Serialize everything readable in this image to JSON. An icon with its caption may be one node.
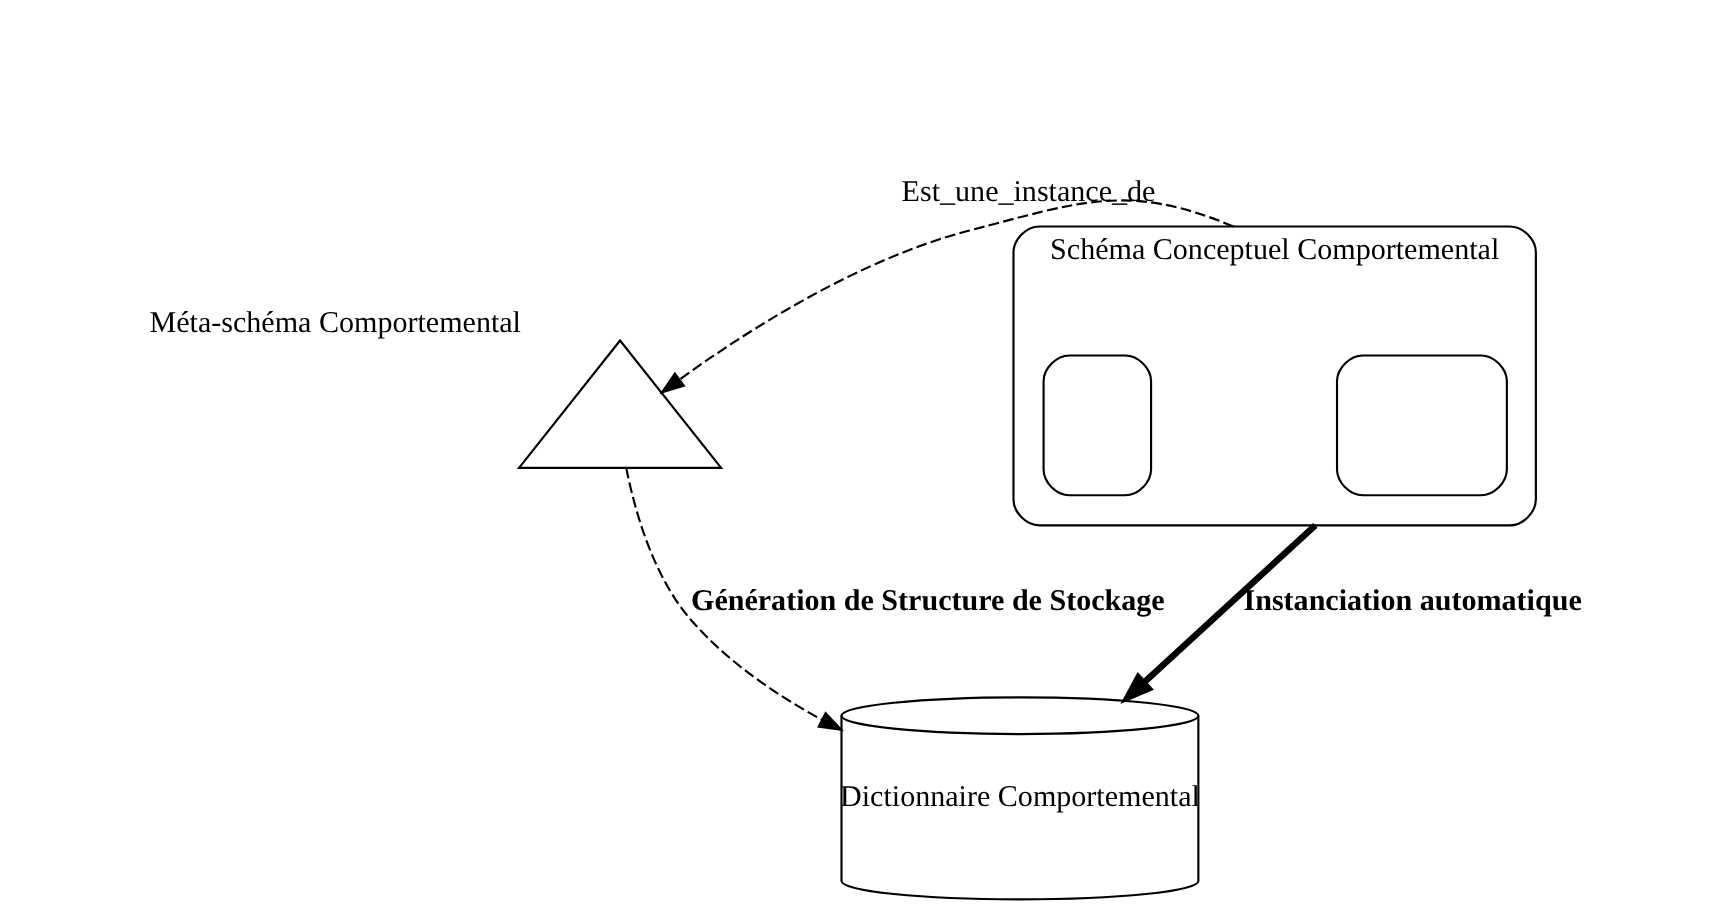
{
  "diagram": {
    "nodes": [
      {
        "text": [
          "Méta-schéma Comportemental"
        ]
      },
      {
        "text": [
          "Dictionnaire Comportemental"
        ]
      },
      {
        "text": [
          "Schéma Conceptuel Comportemental"
        ]
      },
      {
        "text": [],
        "shape": "box",
        "in": 2
      },
      {
        "text": [],
        "shape": "box",
        "in": 2
      }
    ],
    "edges": [
      {
        "from": 2,
        "to": 0,
        "arrow": "to",
        "style": "dashed",
        "label": "Est_une_instance_de"
      },
      {
        "from": 0,
        "to": 1,
        "arrow": "to",
        "style": "dashed",
        "label": "Génération de Structure de Stockage"
      },
      {
        "from": 2,
        "to": 1,
        "arrow": "to",
        "style": "thick",
        "label": "Instanciation automatique"
      }
    ]
  }
}
